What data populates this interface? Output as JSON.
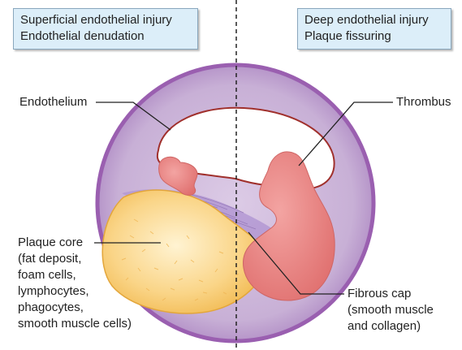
{
  "boxes": {
    "left": {
      "line1": "Superficial endothelial injury",
      "line2": "Endothelial denudation"
    },
    "right": {
      "line1": "Deep endothelial injury",
      "line2": "Plaque fissuring"
    }
  },
  "labels": {
    "endothelium": "Endothelium",
    "thrombus": "Thrombus",
    "plaque_core": [
      "Plaque core",
      "(fat deposit,",
      "foam cells,",
      "lymphocytes,",
      "phagocytes,",
      "smooth muscle cells)"
    ],
    "fibrous_cap": [
      "Fibrous cap",
      "(smooth muscle",
      "and collagen)"
    ]
  },
  "colors": {
    "vessel_wall": "#c8b0d6",
    "vessel_outline": "#9a5fb0",
    "lumen_outline": "#a0302c",
    "thrombus": "#e8807f",
    "plaque_core": "#f7c566",
    "fibrous_cap": "#b59ad4",
    "box_fill": "#dceef9"
  }
}
